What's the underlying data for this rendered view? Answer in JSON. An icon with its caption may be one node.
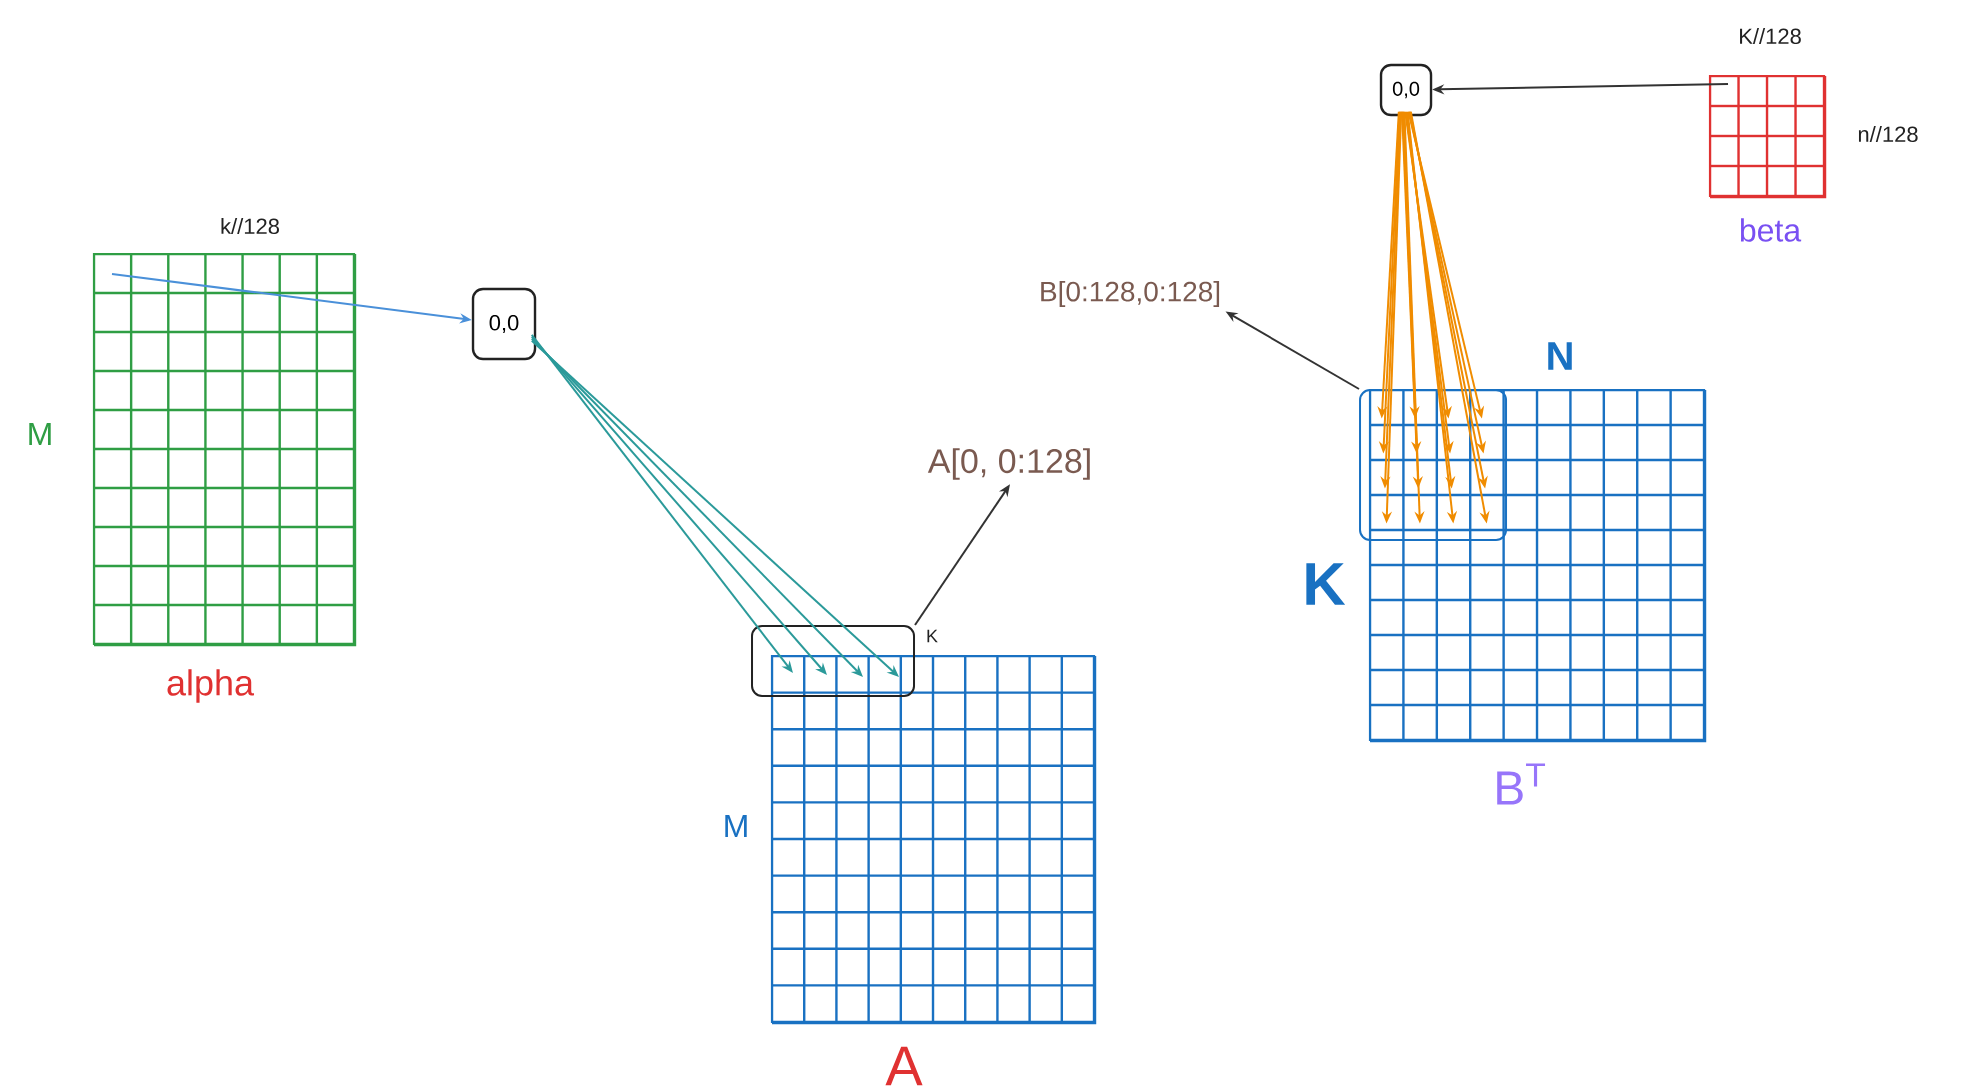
{
  "diagram": {
    "nodes": [
      {
        "text": [
          "alpha"
        ],
        "beside": [
          "k//128",
          "M"
        ]
      },
      {
        "text": [
          "0,0"
        ]
      },
      {
        "text": [],
        "shape": "box",
        "beside": [
          "K"
        ]
      },
      {
        "text": [
          "A"
        ]
      },
      {
        "text": [
          "A[0, 0:128]"
        ]
      },
      {
        "text": [
          "0,0"
        ]
      },
      {
        "text": [
          "beta"
        ],
        "beside": [
          "K//128",
          "n//128"
        ]
      },
      {
        "text": [],
        "shape": "box"
      },
      {
        "text": [
          "B$^{T}$"
        ]
      },
      {
        "text": [
          "B[0:128,0:128]"
        ]
      }
    ],
    "edges": [
      {
        "from": 0,
        "to": 1,
        "arrow": "to",
        "color": "#4a90d9"
      },
      {
        "from": 1,
        "to": 2,
        "arrow": "to",
        "color": "#2b9a9a"
      },
      {
        "from": 1,
        "to": 2,
        "arrow": "to",
        "color": "#2b9a9a"
      },
      {
        "from": 1,
        "to": 2,
        "arrow": "to",
        "color": "#2b9a9a"
      },
      {
        "from": 1,
        "to": 2,
        "arrow": "to",
        "color": "#2b9a9a"
      },
      {
        "from": 2,
        "to": 4,
        "arrow": "to",
        "color": "#333333"
      },
      {
        "from": 6,
        "to": 5,
        "arrow": "to",
        "color": "#333333"
      },
      {
        "from": 5,
        "to": 7,
        "arrow": "to"
      },
      {
        "from": 5,
        "to": 7,
        "arrow": "to"
      },
      {
        "from": 5,
        "to": 7,
        "arrow": "to"
      },
      {
        "from": 5,
        "to": 7,
        "arrow": "to"
      },
      {
        "from": 5,
        "to": 7,
        "arrow": "to"
      },
      {
        "from": 5,
        "to": 7,
        "arrow": "to"
      },
      {
        "from": 5,
        "to": 7,
        "arrow": "to"
      },
      {
        "from": 5,
        "to": 7,
        "arrow": "to"
      },
      {
        "from": 5,
        "to": 7,
        "arrow": "to"
      },
      {
        "from": 5,
        "to": 7,
        "arrow": "to"
      },
      {
        "from": 5,
        "to": 7,
        "arrow": "to"
      },
      {
        "from": 5,
        "to": 7,
        "arrow": "to"
      },
      {
        "from": 5,
        "to": 7,
        "arrow": "to"
      },
      {
        "from": 5,
        "to": 7,
        "arrow": "to"
      },
      {
        "from": 5,
        "to": 7,
        "arrow": "to"
      },
      {
        "from": 5,
        "to": 7,
        "arrow": "to"
      },
      {
        "from": 7,
        "to": 9,
        "arrow": "to",
        "color": "#333333"
      }
    ],
    "labels": [
      "N",
      "K",
      "M"
    ]
  }
}
